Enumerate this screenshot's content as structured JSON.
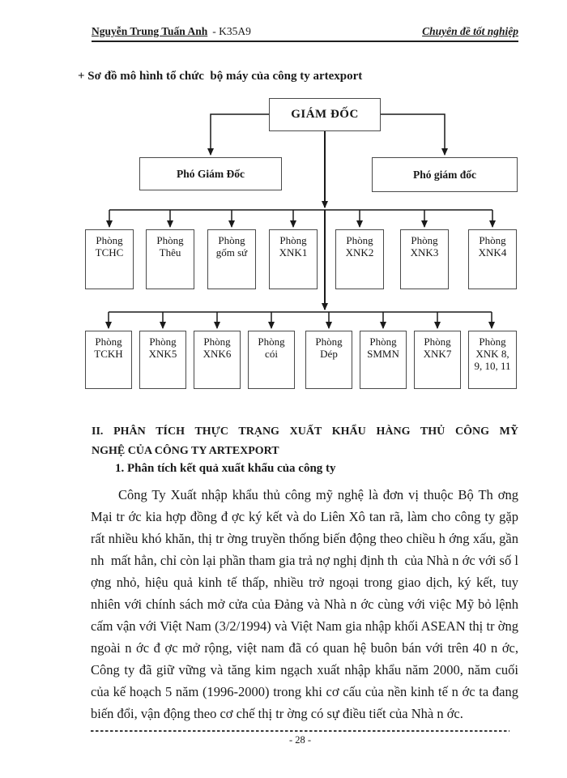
{
  "header": {
    "left_name": "Nguyễn Trung Tuấn Anh",
    "left_suffix": "- K35A9",
    "right": "Chuyên đề tốt nghiệp"
  },
  "title": "+ Sơ đồ mô hình tổ chức  bộ máy của công ty artexport",
  "org_chart": {
    "root": "GIÁM ĐỐC",
    "deputy_left": "Phó Giám Đốc",
    "deputy_right": "Phó giám đốc",
    "row1": [
      {
        "l1": "Phòng",
        "l2": "TCHC"
      },
      {
        "l1": "Phòng",
        "l2": "Thêu"
      },
      {
        "l1": "Phòng",
        "l2": "gốm sứ"
      },
      {
        "l1": "Phòng",
        "l2": "XNK1"
      },
      {
        "l1": "Phòng",
        "l2": "XNK2"
      },
      {
        "l1": "Phòng",
        "l2": "XNK3"
      },
      {
        "l1": "Phòng",
        "l2": "XNK4"
      }
    ],
    "row2": [
      {
        "l1": "Phòng",
        "l2": "TCKH"
      },
      {
        "l1": "Phòng",
        "l2": "XNK5"
      },
      {
        "l1": "Phòng",
        "l2": "XNK6"
      },
      {
        "l1": "Phòng",
        "l2": "cói"
      },
      {
        "l1": "Phòng",
        "l2": "Dép"
      },
      {
        "l1": "Phòng",
        "l2": "SMMN"
      },
      {
        "l1": "Phòng",
        "l2": "XNK7"
      },
      {
        "l1": "Phòng",
        "l2": "XNK 8,",
        "l3": "9, 10, 11"
      }
    ]
  },
  "section": {
    "heading_line1": "II. PHÂN TÍCH THỰC TRẠNG XUẤT KHẨU HÀNG THỦ CÔNG MỸ",
    "heading_line2": "NGHỆ CỦA CÔNG TY ARTEXPORT",
    "subheading": "1. Phân tích kết quả xuất khẩu của công ty"
  },
  "paragraph": "Công Ty Xuất nhập khẩu thủ công mỹ nghệ là đơn vị thuộc Bộ Th ơng Mại tr ớc kia hợp đồng đ ợc ký kết và do Liên Xô tan rã, làm cho công ty gặp rất nhiều khó khăn, thị tr ờng truyền thống biến động theo chiều h ớng xấu, gần nh  mất hẳn, chỉ còn lại phần tham gia trả nợ nghị định th  của Nhà n ớc với số l ợng nhỏ, hiệu quả kinh tế thấp, nhiều trở ngoại trong giao dịch, ký kết, tuy nhiên với chính sách mở cửa của Đảng và Nhà n ớc cùng với việc Mỹ bỏ lệnh cấm vận với Việt Nam (3/2/1994) và Việt Nam gia nhập khối ASEAN thị tr ờng ngoài n ớc đ ợc mở rộng, việt nam đã có quan hệ buôn bán với trên 40 n ớc, Công ty đã giữ vững và tăng kim ngạch xuất nhập khẩu năm 2000, năm cuối của kế hoạch 5 năm (1996-2000) trong khi cơ cấu của nền kinh tế n ớc ta đang biến đổi, vận động theo cơ chế thị tr ờng có sự điều tiết của Nhà n ớc.",
  "footer": {
    "page_number": "- 28 -"
  }
}
